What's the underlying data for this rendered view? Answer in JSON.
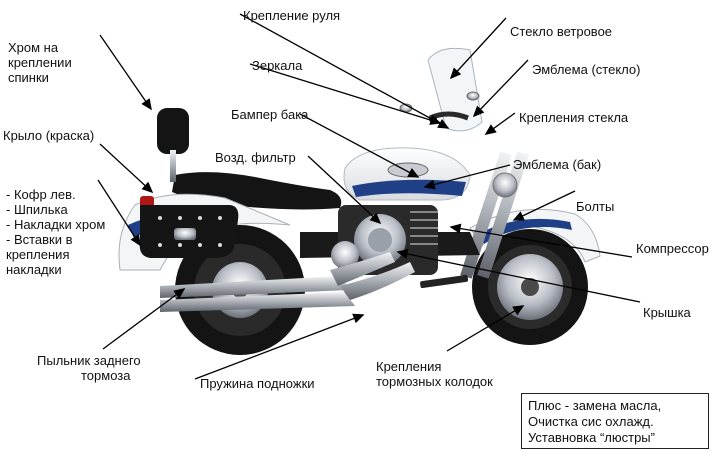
{
  "labels": {
    "handlebar_mount": "Крепление руля",
    "windshield_glass": "Стекло ветровое",
    "mirrors": "Зеркала",
    "emblem_glass": "Эмблема (стекло)",
    "tank_bumper": "Бампер бака",
    "windshield_mounts": "Крепления стекла",
    "air_filter": "Возд. фильтр",
    "emblem_tank": "Эмблема (бак)",
    "bolts": "Болты",
    "compressor": "Компрессор",
    "cover": "Крышка",
    "footrest_spring": "Пружина подножки",
    "chrome_backrest": [
      "Хром на",
      "креплении",
      "спинки"
    ],
    "fender_paint": "Крыло (краска)",
    "left_side": [
      "- Кофр лев.",
      "- Шпилька",
      "- Накладки хром",
      "- Вставки в",
      "крепления",
      "накладки"
    ],
    "rear_brake_dust": [
      "Пыльник заднего",
      "тормоза"
    ],
    "brake_pad_mounts": [
      "Крепления",
      "тормозных колодок"
    ]
  },
  "note": [
    "Плюс - замена масла,",
    "Очистка сис охлажд.",
    "Уставновка “люстры”"
  ],
  "colors": {
    "body_white": "#f4f5f7",
    "body_blue": "#1f3f86",
    "chrome": "#c8ccd2",
    "black": "#141414"
  }
}
